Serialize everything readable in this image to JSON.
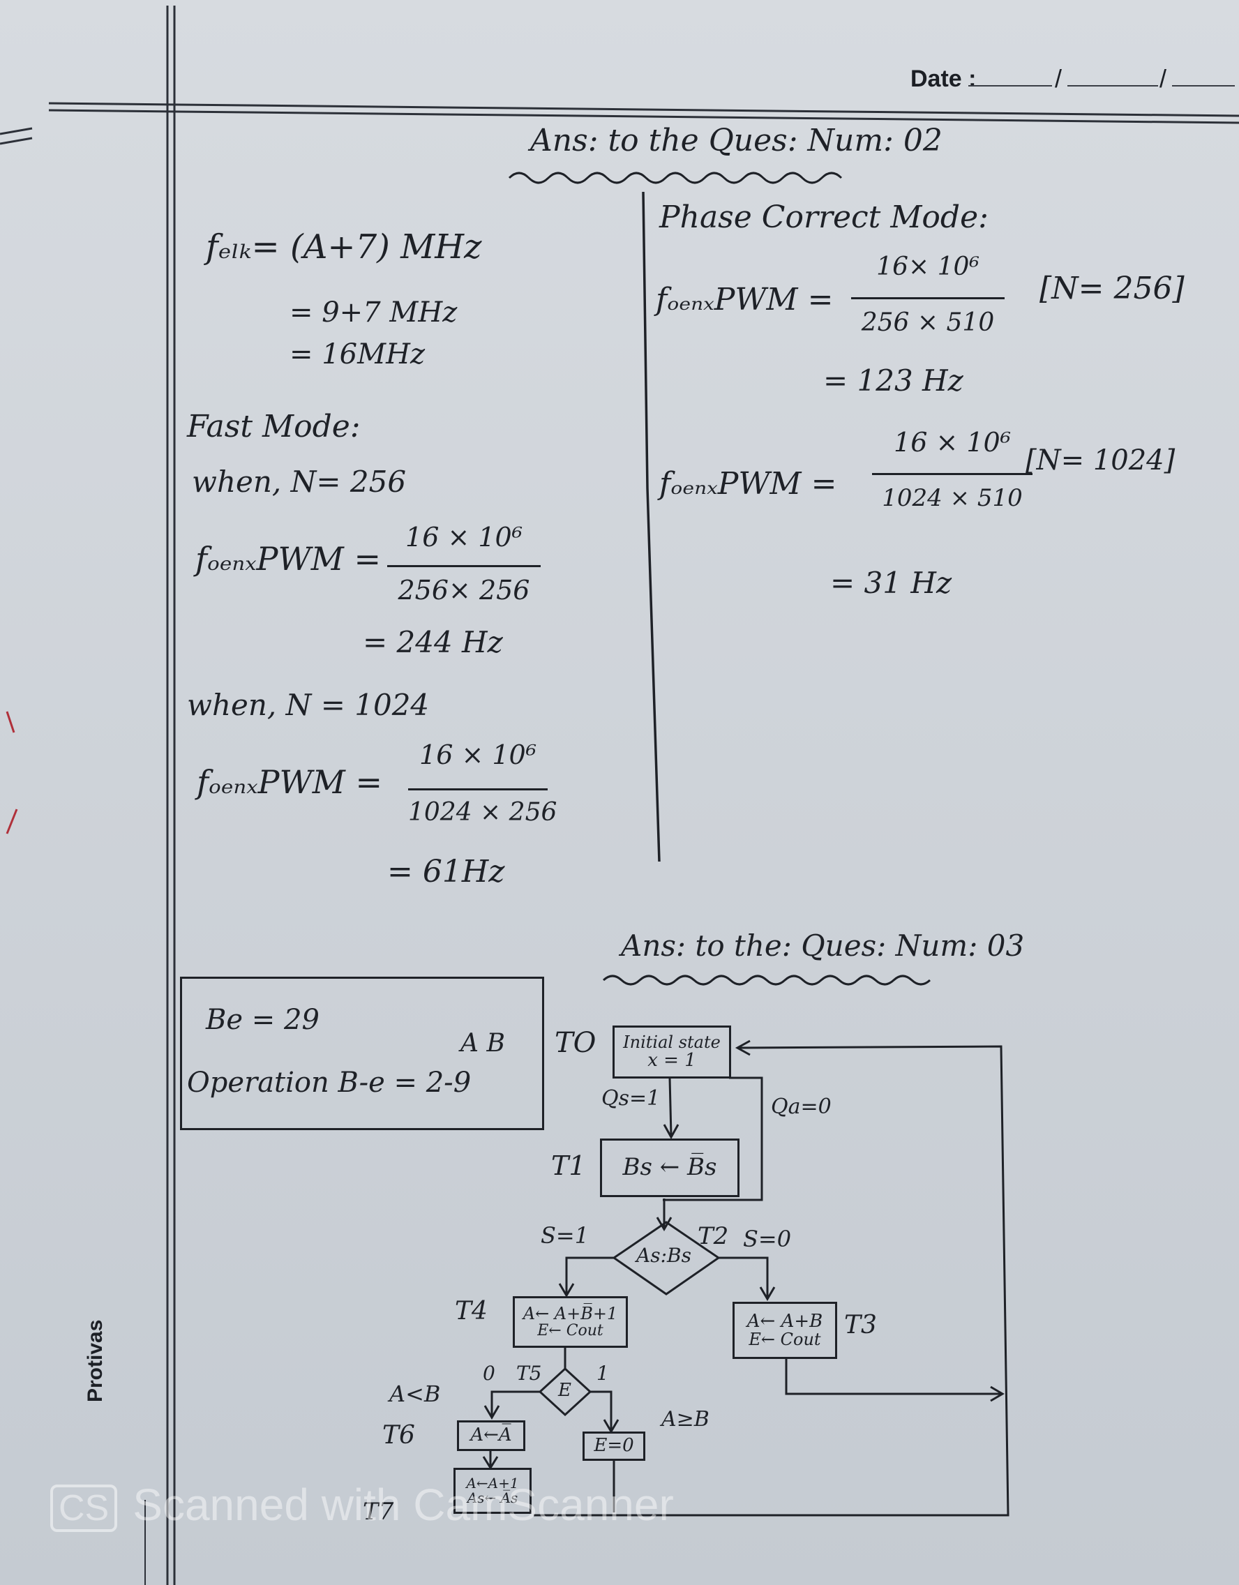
{
  "header": {
    "date_label": "Date :",
    "date_slash_1": "/",
    "date_slash_2": "/"
  },
  "q2": {
    "title": "Ans: to the Ques: Num: 02",
    "clock": {
      "line1": "fₑₗₖ= (A+7) MHz",
      "line2": "= 9+7 MHz",
      "line3": "= 16MHz"
    },
    "fast_mode": {
      "heading": "Fast Mode:",
      "case1_when": "when, N= 256",
      "case1_lhs": "fₒₑₙₓPWM =",
      "case1_num": "16 × 10⁶",
      "case1_den": "256× 256",
      "case1_result": "= 244 Hz",
      "case2_when": "when, N = 1024",
      "case2_lhs": "fₒₑₙₓPWM =",
      "case2_num": "16 × 10⁶",
      "case2_den": "1024 × 256",
      "case2_result": "= 61Hz"
    },
    "phase_mode": {
      "heading": "Phase Correct Mode:",
      "case1_lhs": "fₒₑₙₓPWM =",
      "case1_num": "16× 10⁶",
      "case1_den": "256 × 510",
      "case1_n": "[N= 256]",
      "case1_result": "= 123 Hz",
      "case2_lhs": "fₒₑₙₓPWM =",
      "case2_num": "16 × 10⁶",
      "case2_den": "1024 × 510",
      "case2_n": "[N= 1024]",
      "case2_result": "= 31 Hz"
    }
  },
  "q3": {
    "title": "Ans: to the: Ques: Num: 03",
    "given": {
      "line1": "Be = 29",
      "ab": "A  B",
      "line2": "Operation  B-e = 2-9"
    },
    "flow": {
      "t0": "TO",
      "init_1": "Initial state",
      "init_2": "x = 1",
      "qs1": "Qs=1",
      "qa0": "Qa=0",
      "t1": "T1",
      "t1_box": "Bs ← B̅s",
      "s1": "S=1",
      "t2": "T2",
      "s0": "S=0",
      "decision": "As:Bs",
      "t4": "T4",
      "t4_line1": "A← A+B̅+1",
      "t4_line2": "E← Cout",
      "t3_line1": "A← A+B",
      "t3_line2": "E← Cout",
      "t3": "T3",
      "zero": "0",
      "t5": "T5",
      "one": "1",
      "e": "E",
      "a_lt_b": "A<B",
      "a_ge_b": "A≥B",
      "t6": "T6",
      "t6_box": "A←A̅",
      "e0_box": "E=0",
      "t7": "T7",
      "t7_line1": "A←A+1",
      "t7_line2": "As← A̅s"
    }
  },
  "footer": {
    "watermark_logo": "CS",
    "watermark_text": "Scanned with CamScanner",
    "margin_name": "Protivas"
  }
}
